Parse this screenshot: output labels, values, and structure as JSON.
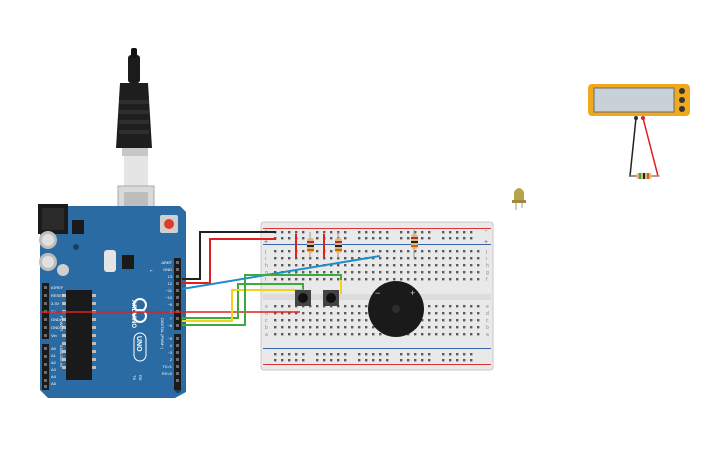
{
  "arduino": {
    "brand": "ARDUINO",
    "model": "UNO",
    "power_label": "POWER",
    "analog_label": "ANALOG IN",
    "digital_label": "DIGITAL (PWM~)",
    "header_labels": [
      "AREF",
      "GND",
      "13",
      "12",
      "~11",
      "~10",
      "~9",
      "8",
      "7",
      "~6",
      "~5",
      "4",
      "~3",
      "2",
      "TX>1",
      "RX<0"
    ],
    "power_pins": [
      "IOREF",
      "RESET",
      "3.3V",
      "5V",
      "GND",
      "GND",
      "Vin"
    ],
    "analog_pins": [
      "A0",
      "A1",
      "A2",
      "A3",
      "A4",
      "A5"
    ],
    "tx": "TX",
    "rx": "RX",
    "led_l": "L"
  },
  "breadboard": {
    "row_letters_top": [
      "j",
      "i",
      "h",
      "g",
      "f"
    ],
    "row_letters_bottom": [
      "e",
      "d",
      "c",
      "b",
      "a"
    ],
    "rail_plus": "+",
    "rail_minus": "-"
  },
  "buzzer": {
    "minus": "−",
    "plus": "+"
  },
  "colors": {
    "arduino_board": "#2b6ba3",
    "breadboard": "#e9e9e9",
    "wire_black": "#222222",
    "wire_red": "#e0201e",
    "wire_blue": "#1e8ccf",
    "wire_green": "#3daa3d",
    "wire_yellow": "#f2d21a",
    "multimeter": "#f0a81c",
    "led_off": "#b8a24a"
  }
}
